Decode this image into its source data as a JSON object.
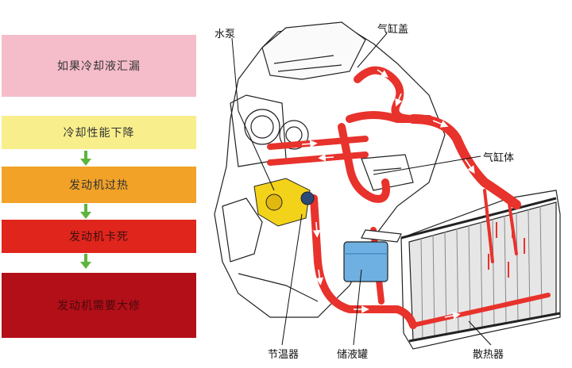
{
  "chain": {
    "steps": [
      {
        "text": "如果冷却液汇漏",
        "bg": "#f5bcca",
        "color": "#333333"
      },
      {
        "text": "冷却性能下降",
        "bg": "#f8ef8c",
        "color": "#333333"
      },
      {
        "text": "发动机过热",
        "bg": "#f1a227",
        "color": "#333333"
      },
      {
        "text": "发动机卡死",
        "bg": "#e0251c",
        "color": "#3a1010"
      },
      {
        "text": "发动机需要大修",
        "bg": "#b20f19",
        "color": "#4a0a0a"
      }
    ],
    "arrow_color": "#5cb53b"
  },
  "labels": {
    "water_pump": "水泵",
    "cylinder_head": "气缸盖",
    "cylinder_block": "气缸体",
    "thermostat": "节温器",
    "reservoir": "储液罐",
    "radiator": "散热器"
  },
  "colors": {
    "coolant": "#e8322c",
    "flow_arrow": "#ffffff",
    "reservoir": "#6fb0e2",
    "thermostat": "#f3d21a",
    "outline": "#222222"
  }
}
